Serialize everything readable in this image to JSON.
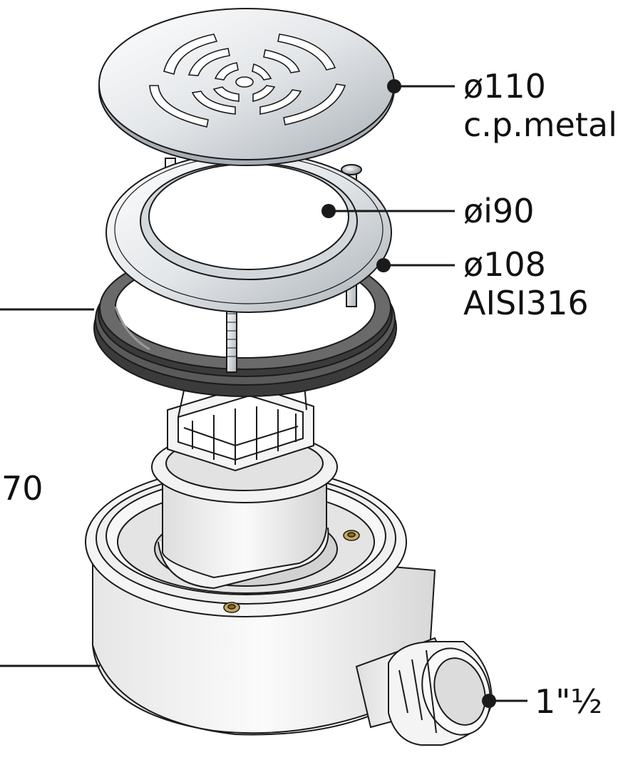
{
  "callouts": {
    "grate": {
      "diameter": "ø110",
      "material": "c.p.metal"
    },
    "ring_inner": {
      "diameter": "øi90"
    },
    "ring_outer": {
      "diameter": "ø108",
      "material": "AISI316"
    },
    "outlet": {
      "size": "1\"½"
    },
    "height": {
      "value": "70"
    }
  },
  "colors": {
    "line": "#1a1a1a",
    "steel_light": "#eef0f2",
    "steel_mid": "#c9ced3",
    "steel_dark": "#8e969d",
    "gasket": "#3b3b3b",
    "gasket_light": "#6a6a6a",
    "body_white": "#f7f7f7",
    "body_shade": "#dcdcdc",
    "brass": "#c8a95a"
  }
}
